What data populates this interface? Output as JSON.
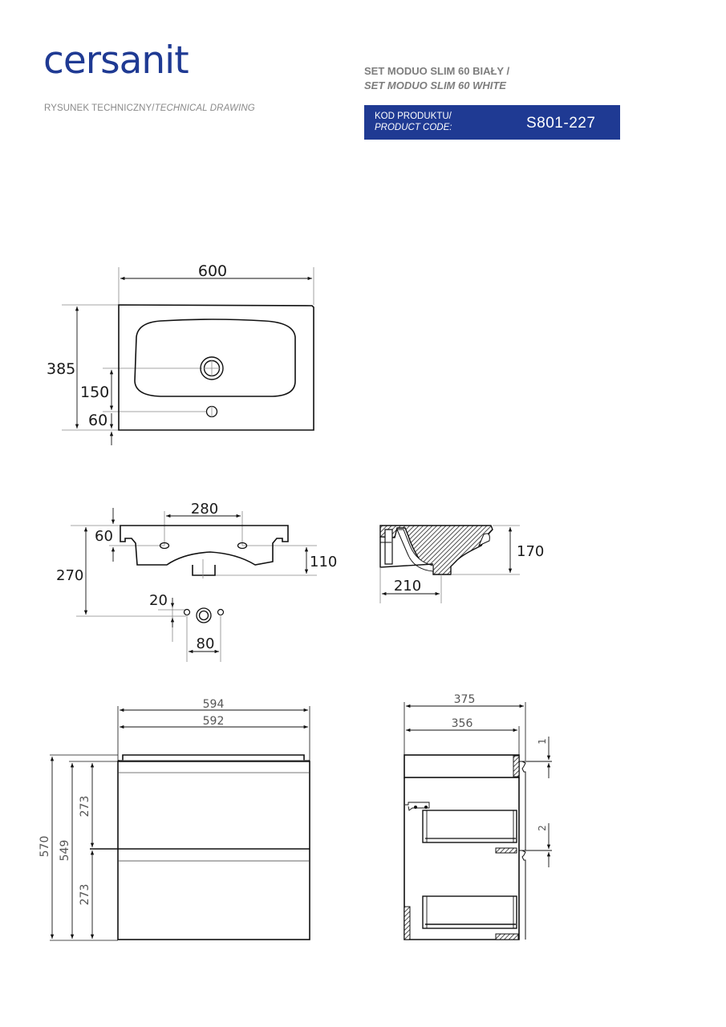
{
  "header": {
    "brand": "cersanit",
    "subtitle_pl": "RYSUNEK TECHNICZNY/",
    "subtitle_en": "TECHNICAL DRAWING",
    "product_name_pl": "SET MODUO SLIM 60 BIAŁY /",
    "product_name_en": "SET MODUO SLIM 60 WHITE",
    "code_label_pl": "KOD PRODUKTU/",
    "code_label_en": "PRODUCT CODE:",
    "code_value": "S801-227",
    "brand_color": "#1f3a93"
  },
  "views": {
    "basin_top": {
      "width": "600",
      "depth": "385",
      "drain_from_front": "150",
      "tap_from_front": "60"
    },
    "basin_front": {
      "mounting_holes_spacing": "280",
      "hole_height": "60",
      "overall_height": "270",
      "depth_below_holes": "110",
      "offset_small": "20",
      "hole_spacing_bottom": "80"
    },
    "basin_side": {
      "height": "170",
      "drain_from_back": "210"
    },
    "cabinet_front": {
      "outer_width": "594",
      "inner_width": "592",
      "total_height": "570",
      "body_height": "549",
      "drawer_top_height": "273",
      "drawer_bottom_height": "273"
    },
    "cabinet_side": {
      "total_depth": "375",
      "body_depth": "356",
      "gap_top": "1",
      "gap_middle": "2"
    }
  }
}
